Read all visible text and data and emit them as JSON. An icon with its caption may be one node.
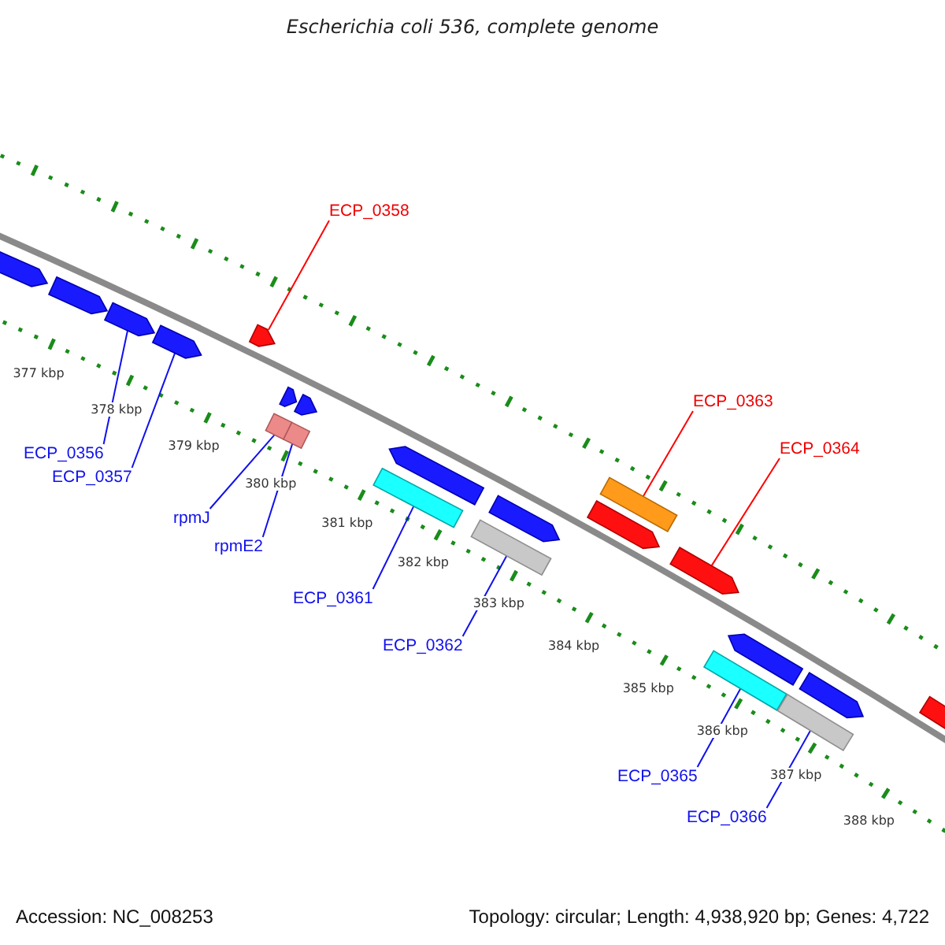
{
  "diagram": {
    "title": "Escherichia coli 536, complete genome",
    "nodes": [
      {
        "text": [
          "ECP_0358"
        ]
      },
      {
        "text": [
          "ECP_0363"
        ]
      },
      {
        "text": [
          "ECP_0364"
        ]
      },
      {
        "text": [
          "ECP_0356"
        ]
      },
      {
        "text": [
          "ECP_0357"
        ]
      },
      {
        "text": [
          "rpmJ"
        ]
      },
      {
        "text": [
          "rpmE2"
        ]
      },
      {
        "text": [
          "ECP_0361"
        ]
      },
      {
        "text": [
          "ECP_0362"
        ]
      },
      {
        "text": [
          "ECP_0365"
        ]
      },
      {
        "text": [
          "ECP_0366"
        ]
      },
      {
        "text": [],
        "shape": "arrow"
      },
      {
        "text": [],
        "shape": "box"
      },
      {
        "text": [],
        "shape": "arrow"
      },
      {
        "text": [],
        "shape": "arrow"
      },
      {
        "text": [],
        "shape": "arrow"
      },
      {
        "text": [],
        "shape": "box"
      },
      {
        "text": [],
        "shape": "box"
      },
      {
        "text": [],
        "shape": "box"
      },
      {
        "text": [],
        "shape": "box"
      },
      {
        "text": [],
        "shape": "box"
      },
      {
        "text": [],
        "shape": "box"
      },
      {
        "text": [],
        "shape": "arrow"
      },
      {
        "text": [],
        "shape": "arrow"
      },
      {
        "text": [],
        "shape": "arrow"
      },
      {
        "text": [],
        "shape": "arrow"
      },
      {
        "text": [],
        "shape": "arrow"
      },
      {
        "text": [],
        "shape": "arrow"
      },
      {
        "text": [],
        "shape": "arrow"
      },
      {
        "text": [],
        "shape": "arrow"
      },
      {
        "text": [],
        "shape": "arrow"
      },
      {
        "text": [],
        "shape": "arrow"
      }
    ],
    "edges": [
      {
        "from": 0,
        "to": 11,
        "arrow": "none",
        "color": "#ff0000"
      },
      {
        "from": 1,
        "to": 12,
        "arrow": "none",
        "color": "#ff0000"
      },
      {
        "from": 2,
        "to": 13,
        "arrow": "none",
        "color": "#ff0000"
      },
      {
        "from": 3,
        "to": 14,
        "arrow": "none"
      },
      {
        "from": 4,
        "to": 15,
        "arrow": "none"
      },
      {
        "from": 5,
        "to": 16,
        "arrow": "none"
      },
      {
        "from": 6,
        "to": 17,
        "arrow": "none"
      },
      {
        "from": 7,
        "to": 18,
        "arrow": "none"
      },
      {
        "from": 8,
        "to": 19,
        "arrow": "none"
      },
      {
        "from": 9,
        "to": 20,
        "arrow": "none"
      },
      {
        "from": 10,
        "to": 21,
        "arrow": "none"
      }
    ],
    "labels": [
      "377 kbp",
      "378 kbp",
      "379 kbp",
      "380 kbp",
      "381 kbp",
      "382 kbp",
      "383 kbp",
      "384 kbp",
      "385 kbp",
      "386 kbp",
      "387 kbp",
      "388 kbp",
      "Accession: NC_008253",
      "Topology: circular; Length: 4,938,920 bp; Genes: 4,722"
    ]
  }
}
